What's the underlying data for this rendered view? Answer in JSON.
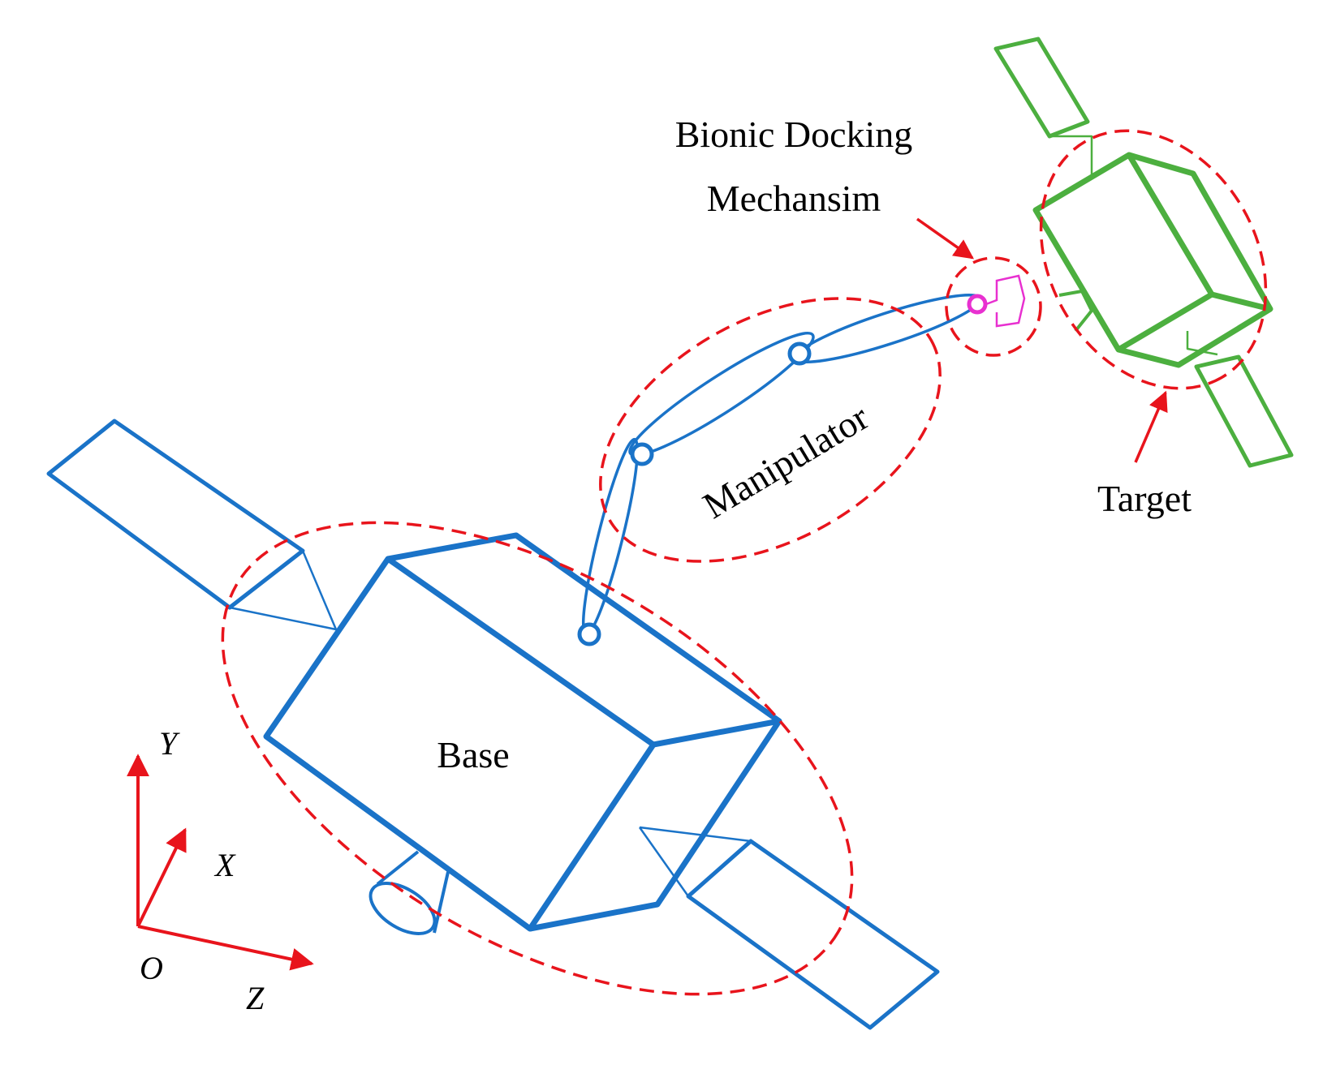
{
  "labels": {
    "docking_line1": "Bionic Docking",
    "docking_line2": "Mechansim",
    "manipulator": "Manipulator",
    "target": "Target",
    "base": "Base"
  },
  "axes": {
    "y": "Y",
    "x": "X",
    "origin": "O",
    "z": "Z"
  },
  "colors": {
    "base": "#1a73c8",
    "target": "#4caf3f",
    "highlight": "#e8141c",
    "docking": "#e830d0"
  }
}
